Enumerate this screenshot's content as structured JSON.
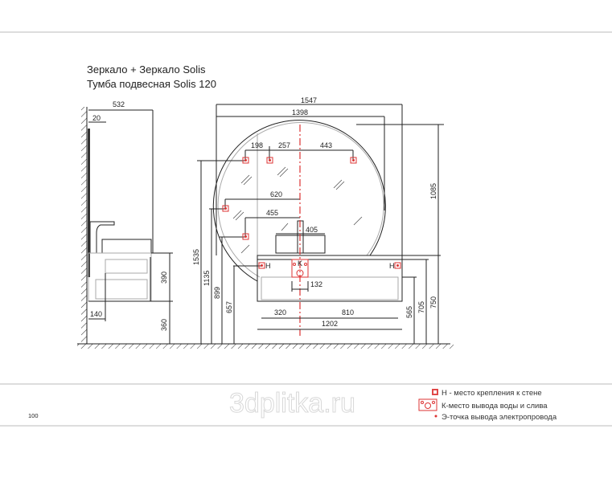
{
  "title": {
    "line1": "Зеркало + Зеркало Solis",
    "line2": "Тумба подвесная Solis 120"
  },
  "side_view": {
    "dims": {
      "depth": "532",
      "mirror_gap": "20",
      "cabinet_height": "390",
      "floor_gap": "360",
      "hook_offset": "140"
    }
  },
  "front_view": {
    "dims": {
      "total_width": "1547",
      "mirror_width": "1398",
      "mirror_height": "1085",
      "mount_198": "198",
      "mount_257": "257",
      "mount_443": "443",
      "mount_620": "620",
      "mount_455": "455",
      "basin_405": "405",
      "drain_132": "132",
      "cab_320": "320",
      "cab_810": "810",
      "cab_width": "1202",
      "h1535": "1535",
      "h1135": "1135",
      "h899": "899",
      "h657": "657",
      "h565": "565",
      "h705": "705",
      "h750": "750"
    },
    "marks": {
      "h": "H",
      "k": "K"
    }
  },
  "legend": [
    {
      "icon": "wall-mount-icon",
      "label": "Н - место крепления к стене"
    },
    {
      "icon": "water-outlet-icon",
      "label": "К-место вывода воды и слива"
    },
    {
      "icon": "electric-point-icon",
      "label": "Э-точка вывода электропровода"
    }
  ],
  "watermark": "3dplitka.ru",
  "page_number": "100",
  "colors": {
    "accent": "#d33333",
    "line": "#222222"
  }
}
